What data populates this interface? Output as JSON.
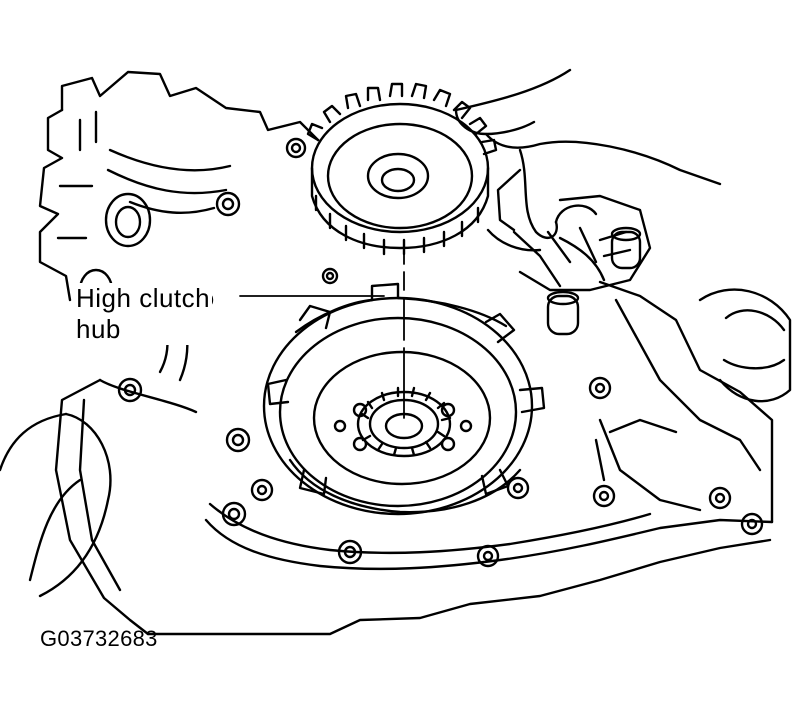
{
  "figure": {
    "callout": {
      "line1": "High clutch",
      "line2": "hub"
    },
    "figure_code": "G03732683"
  },
  "colors": {
    "ink": "#000000",
    "paper": "#ffffff"
  }
}
